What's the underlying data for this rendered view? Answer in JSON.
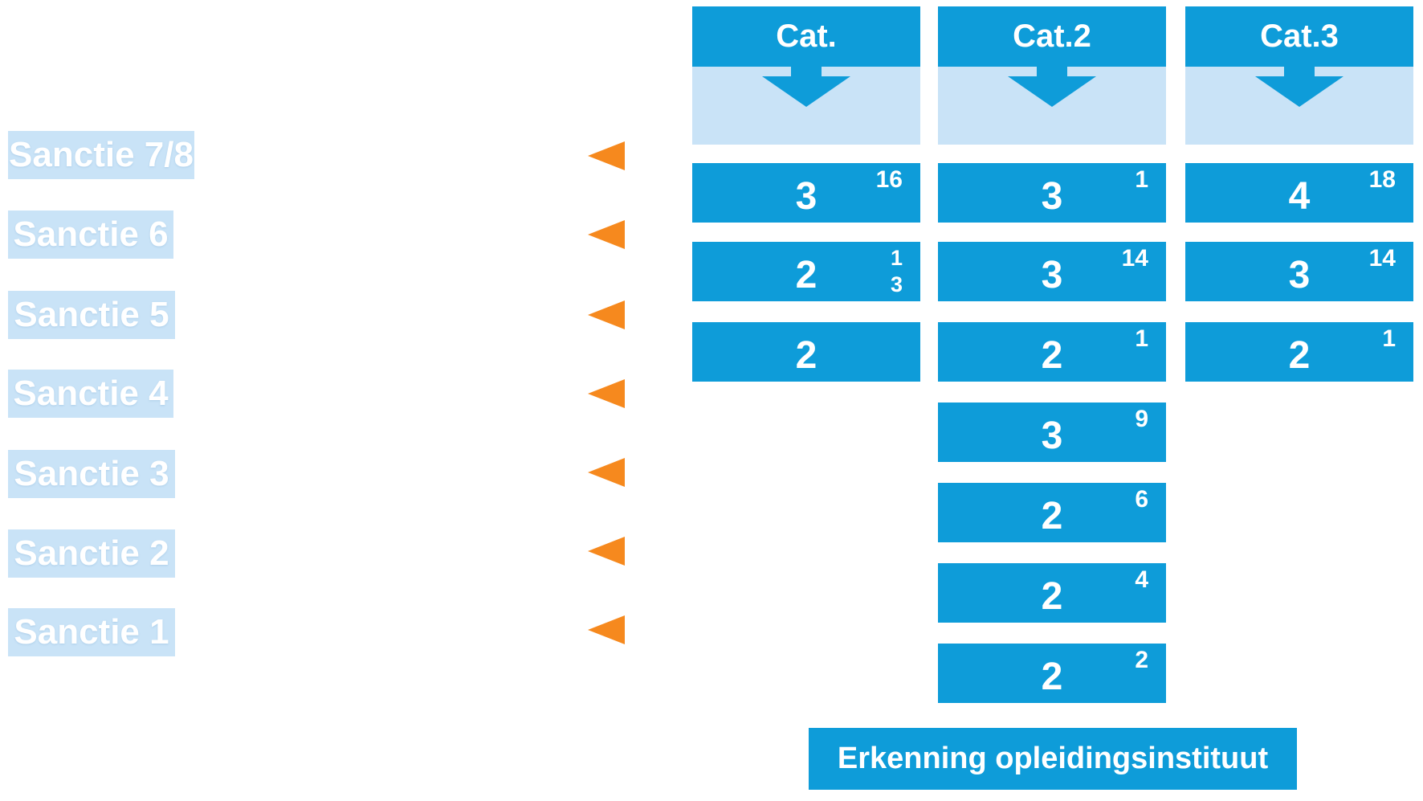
{
  "colors": {
    "blue": "#0E9CD9",
    "light_blue": "#C9E3F7",
    "orange": "#F6891E",
    "white": "#FFFFFF"
  },
  "sanctions": [
    {
      "label": "Sanctie 7/8"
    },
    {
      "label": "Sanctie 6"
    },
    {
      "label": "Sanctie 5"
    },
    {
      "label": "Sanctie 4"
    },
    {
      "label": "Sanctie 3"
    },
    {
      "label": "Sanctie 2"
    },
    {
      "label": "Sanctie 1"
    }
  ],
  "columns": [
    {
      "header": "Cat."
    },
    {
      "header": "Cat.2"
    },
    {
      "header": "Cat.3"
    }
  ],
  "matrix": {
    "rows": [
      {
        "c1": {
          "value": "3",
          "sup": "16"
        },
        "c2": {
          "value": "3",
          "sup": "1"
        },
        "c3": {
          "value": "4",
          "sup": "18"
        }
      },
      {
        "c1": {
          "value": "2",
          "sup": "1",
          "sup2": "3"
        },
        "c2": {
          "value": "3",
          "sup": "14"
        },
        "c3": {
          "value": "3",
          "sup": "14"
        }
      },
      {
        "c1": {
          "value": "2",
          "sup": ""
        },
        "c2": {
          "value": "2",
          "sup": "1"
        },
        "c3": {
          "value": "2",
          "sup": "1"
        }
      },
      {
        "c2": {
          "value": "3",
          "sup": "9"
        }
      },
      {
        "c2": {
          "value": "2",
          "sup": "6"
        }
      },
      {
        "c2": {
          "value": "2",
          "sup": "4"
        }
      },
      {
        "c2": {
          "value": "2",
          "sup": "2"
        }
      }
    ]
  },
  "footer": {
    "label": "Erkenning opleidingsinstituut"
  }
}
